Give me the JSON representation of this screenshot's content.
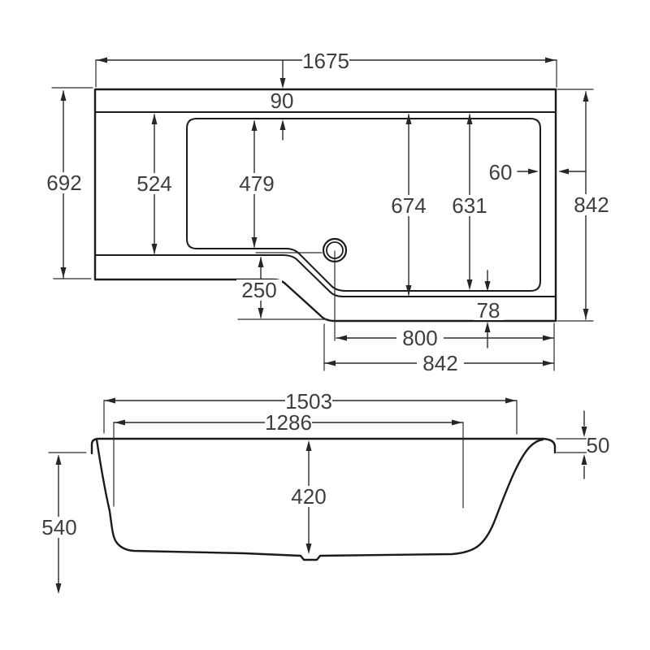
{
  "drawing": {
    "plan": {
      "overall_width": "1675",
      "rim_top_width": "90",
      "left_end_depth": "692",
      "left_inner_depth": "524",
      "basin_left_depth": "479",
      "basin_right_depth": "674",
      "basin_right_inner_depth": "631",
      "rim_right_width": "60",
      "shower_end_depth": "842",
      "step_offset": "250",
      "rim_bottom_width": "78",
      "waste_to_edge": "800",
      "shower_end_width": "842"
    },
    "side": {
      "rim_length": "1503",
      "basin_length": "1286",
      "rim_lip_height": "50",
      "basin_depth": "420",
      "overall_height": "540"
    },
    "colors": {
      "line": "#1b1b1b",
      "dimension_line": "#2b2b2b",
      "label_text": "#3e3e3e",
      "background": "#ffffff"
    }
  }
}
